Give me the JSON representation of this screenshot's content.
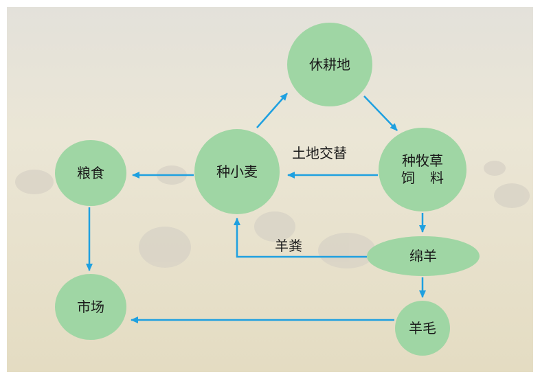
{
  "nodes": {
    "fallow": "休耕地",
    "wheat": "种小麦",
    "grain": "粮食",
    "market": "市场",
    "forage": {
      "line1": "种牧草",
      "line2": "饲料"
    },
    "sheep": "绵羊",
    "wool": "羊毛"
  },
  "edge_labels": {
    "land_rotation": "土地交替",
    "manure": "羊粪"
  },
  "colors": {
    "node_fill": "#9fd6a4",
    "arrow": "#1ea0e0",
    "sky": "#e9e6dc",
    "field": "#e7dfc6"
  }
}
